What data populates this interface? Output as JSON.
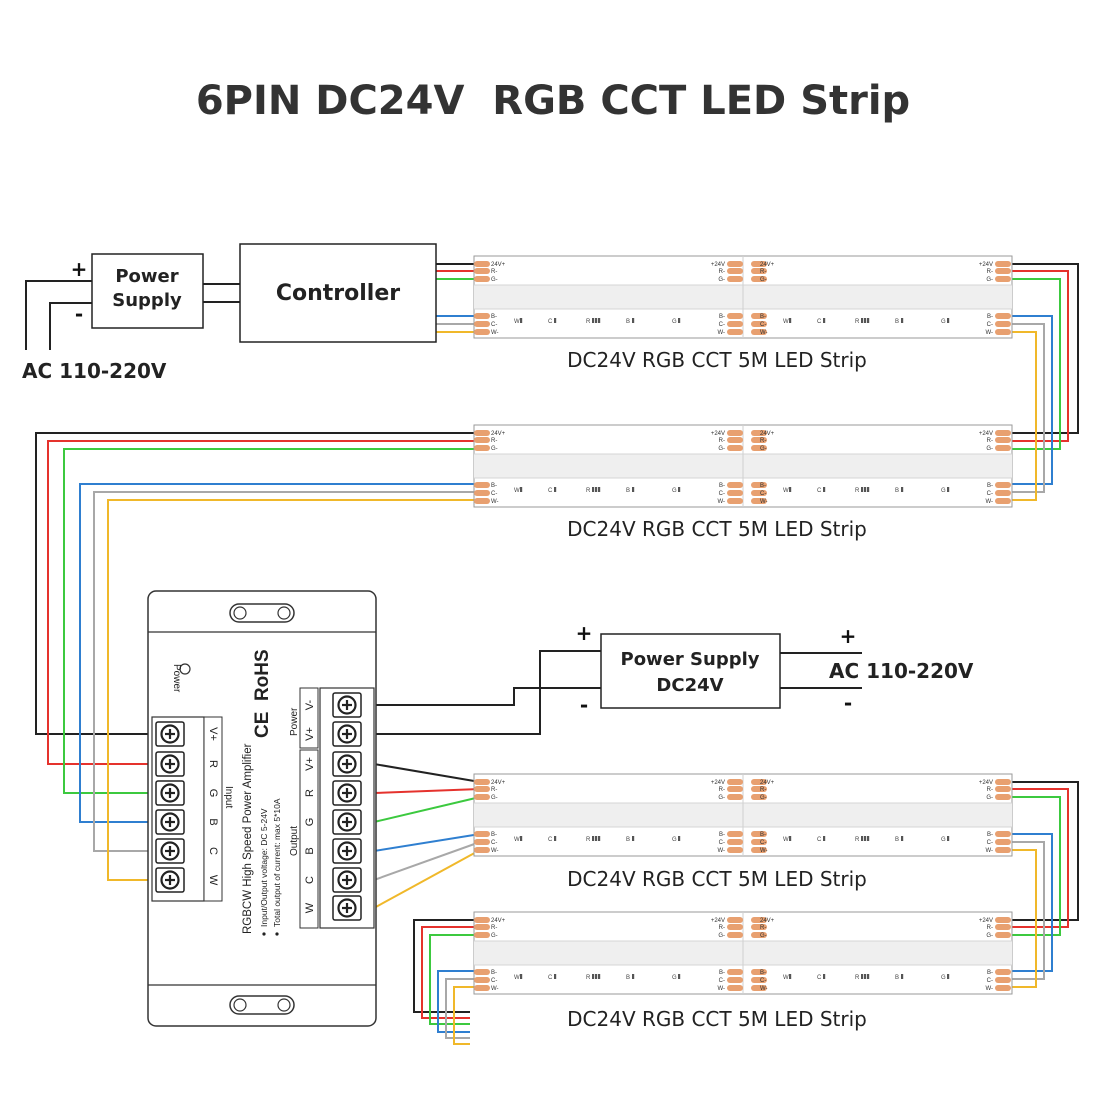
{
  "title": "6PIN DC24V  RGB CCT LED Strip",
  "colors": {
    "black": "#222222",
    "red": "#e5322d",
    "green": "#3cc93f",
    "blue": "#2f7fd0",
    "gray": "#a8a8a8",
    "yellow": "#f0b82a",
    "pad": "#e8a070"
  },
  "power_supply_top": {
    "label_line1": "Power",
    "label_line2": "Supply",
    "plus": "+",
    "minus": "-"
  },
  "controller": {
    "label": "Controller"
  },
  "ac_input_left": "AC 110-220V",
  "strip_caption": "DC24V RGB CCT 5M LED Strip",
  "strip_pins": {
    "top": [
      "24V+",
      "R-",
      "G-"
    ],
    "top_right": [
      "+24V",
      "R-",
      "G-"
    ],
    "bottom": [
      "B-",
      "C-",
      "W-"
    ]
  },
  "strip_chips": [
    "W",
    "C",
    "R",
    "B",
    "G"
  ],
  "power_supply_right": {
    "label_line1": "Power Supply",
    "label_line2": "DC24V",
    "plus": "+",
    "minus": "-"
  },
  "ac_input_right": {
    "label": "AC 110-220V",
    "plus": "+",
    "minus": "-"
  },
  "amplifier": {
    "power_label": "Power",
    "certs": "CE  RoHS",
    "input_header": "Input",
    "input_pins": [
      "V+",
      "R",
      "G",
      "B",
      "C",
      "W"
    ],
    "output_header": "Output",
    "output_pins": [
      "V+",
      "R",
      "G",
      "B",
      "C",
      "W"
    ],
    "power_header": "Power",
    "power_pins": [
      "V-",
      "V+"
    ],
    "model": "RGBCW High Speed Power Amplifier",
    "spec1": "Input/Output voltage: DC 5-24V",
    "spec2": "Total output of current: max 5*10A"
  }
}
